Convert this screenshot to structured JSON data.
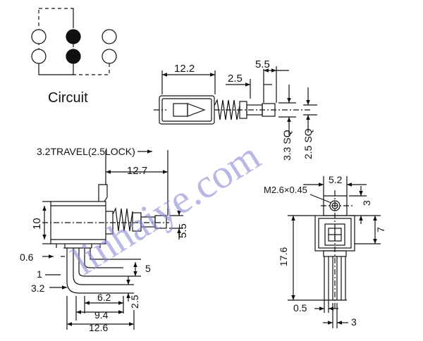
{
  "circuit": {
    "label": "Circuit"
  },
  "top_view": {
    "dims": {
      "length": "12.2",
      "spring": "2.5",
      "tip": "5.5",
      "sq1": "3.3 SQ",
      "sq2": "2.5 SQ"
    }
  },
  "side_view": {
    "travel_label": "3.2TRAVEL(2.5LOCK)",
    "dims": {
      "d127": "12.7",
      "height": "10",
      "d55": "5.5",
      "d06": "0.6",
      "d1": "1",
      "d32": "3.2",
      "d5": "5",
      "d62": "6.2",
      "d25": "2.5",
      "d94": "9.4",
      "d126": "12.6"
    }
  },
  "front_view": {
    "thread_label": "M2.6×0.45",
    "dims": {
      "d52": "5.2",
      "d3top": "3",
      "d7": "7",
      "d176": "17.6",
      "d05": "0.5",
      "d3bot": "3"
    }
  },
  "watermark": "linhaiye.com"
}
